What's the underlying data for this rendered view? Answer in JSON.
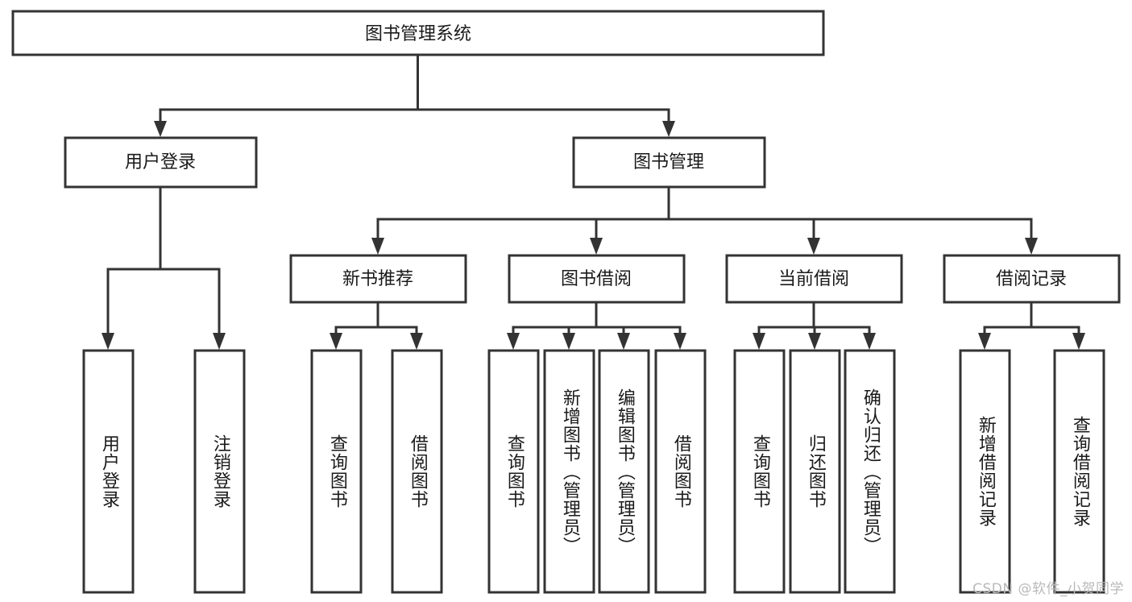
{
  "diagram": {
    "title": "图书管理系统",
    "watermark": "CSDN @软件_小贺同学",
    "colors": {
      "stroke": "#333333",
      "fill": "#ffffff",
      "text": "#1a1a1a",
      "watermark": "#b9b9b9",
      "background": "#ffffff"
    },
    "levels": {
      "root": {
        "label": "图书管理系统"
      },
      "level2": [
        {
          "label": "用户登录"
        },
        {
          "label": "图书管理"
        }
      ],
      "level3": [
        {
          "label": "新书推荐"
        },
        {
          "label": "图书借阅"
        },
        {
          "label": "当前借阅"
        },
        {
          "label": "借阅记录"
        }
      ],
      "leaves": [
        {
          "label": "用户登录",
          "parent": "用户登录"
        },
        {
          "label": "注销登录",
          "parent": "用户登录"
        },
        {
          "label": "查询图书",
          "parent": "新书推荐"
        },
        {
          "label": "借阅图书",
          "parent": "新书推荐"
        },
        {
          "label": "查询图书",
          "parent": "图书借阅"
        },
        {
          "label": "新增图书（管理员）",
          "parent": "图书借阅"
        },
        {
          "label": "编辑图书（管理员）",
          "parent": "图书借阅"
        },
        {
          "label": "借阅图书",
          "parent": "图书借阅"
        },
        {
          "label": "查询图书",
          "parent": "当前借阅"
        },
        {
          "label": "归还图书",
          "parent": "当前借阅"
        },
        {
          "label": "确认归还（管理员）",
          "parent": "当前借阅"
        },
        {
          "label": "新增借阅记录",
          "parent": "借阅记录"
        },
        {
          "label": "查询借阅记录",
          "parent": "借阅记录"
        }
      ]
    }
  }
}
